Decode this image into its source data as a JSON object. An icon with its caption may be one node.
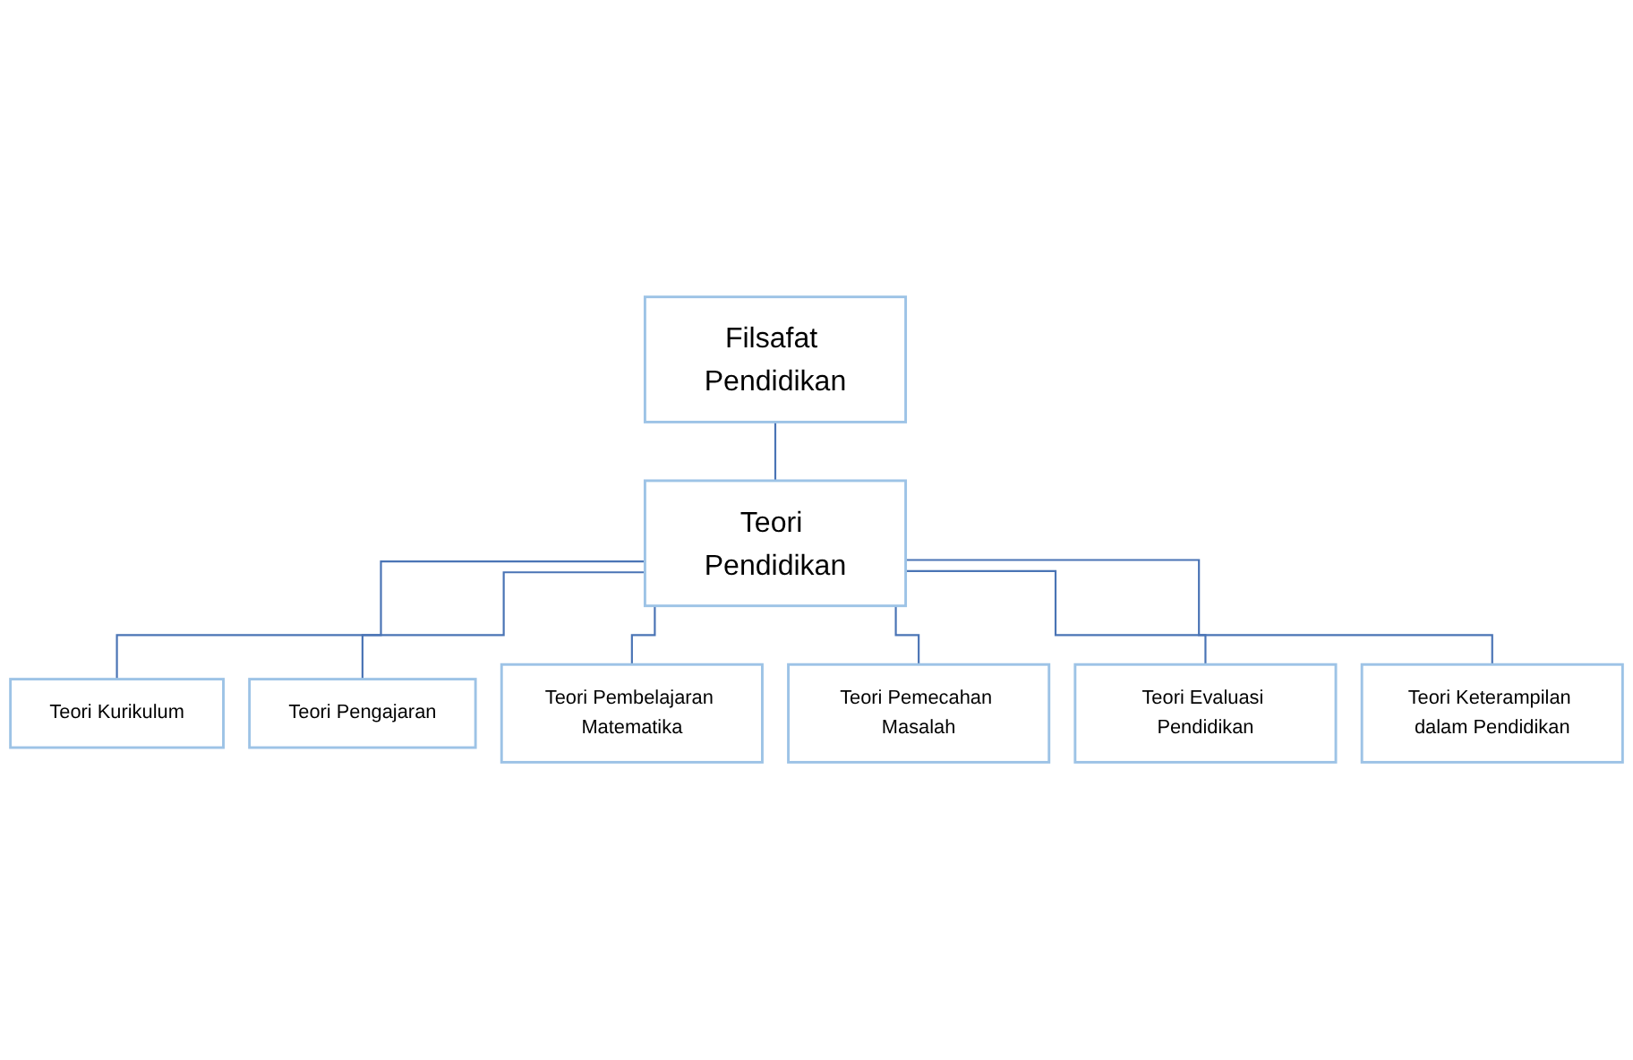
{
  "diagram": {
    "nodes": [
      {
        "text": [
          "Filsafat Pendidikan"
        ]
      },
      {
        "text": [
          "Teori Pendidikan"
        ]
      },
      {
        "text": [
          "Teori Kurikulum"
        ]
      },
      {
        "text": [
          "Teori Pengajaran"
        ]
      },
      {
        "text": [
          "Teori Pembelajaran Matematika"
        ]
      },
      {
        "text": [
          "Teori Pemecahan Masalah"
        ]
      },
      {
        "text": [
          "Teori Evaluasi Pendidikan"
        ]
      },
      {
        "text": [
          "Teori Keterampilan dalam Pendidikan"
        ]
      }
    ],
    "edges": [
      {
        "from": 0,
        "to": 1,
        "arrow": "none"
      },
      {
        "from": 1,
        "to": 2,
        "arrow": "none"
      },
      {
        "from": 1,
        "to": 3,
        "arrow": "none"
      },
      {
        "from": 1,
        "to": 4,
        "arrow": "none"
      },
      {
        "from": 1,
        "to": 5,
        "arrow": "none"
      },
      {
        "from": 1,
        "to": 6,
        "arrow": "none"
      },
      {
        "from": 1,
        "to": 7,
        "arrow": "none"
      }
    ]
  }
}
